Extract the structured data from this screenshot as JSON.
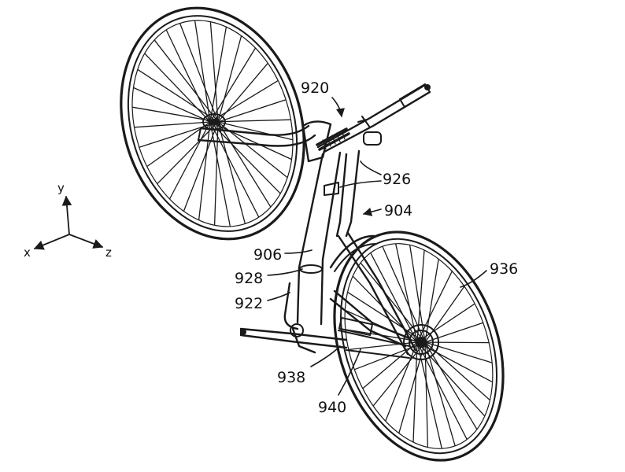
{
  "figure": {
    "labels": {
      "l920": "920",
      "l926": "926",
      "l904": "904",
      "l906": "906",
      "l928": "928",
      "l922": "922",
      "l936": "936",
      "l938": "938",
      "l940": "940"
    },
    "axes": {
      "x": "x",
      "y": "y",
      "z": "z"
    },
    "colors": {
      "ink": "#1a1a1a",
      "paper": "#ffffff"
    }
  }
}
